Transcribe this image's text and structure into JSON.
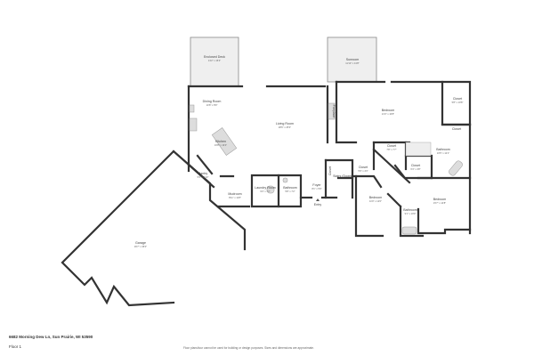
{
  "address": "6682 Morning Dew Ln, Sun Prairie, WI 53590",
  "floor_label": "Floor 1",
  "disclaimer": "Floor plans/tour cannot be used for building or design purposes. Sizes and dimensions are approximate.",
  "rooms": [
    {
      "name": "Enclosed Deck",
      "dim": "13'2\" x 15'4\""
    },
    {
      "name": "Sunroom",
      "dim": "11'10\" x 13'8\""
    },
    {
      "name": "Dining Room",
      "dim": "14'8\" x 8'9\""
    },
    {
      "name": "Living Room",
      "dim": "28'6\" x 25'3\""
    },
    {
      "name": "Kitchen",
      "dim": "16'8\" x 13'4\""
    },
    {
      "name": "Bedroom",
      "dim": "21'3\" x 16'8\""
    },
    {
      "name": "Closet",
      "dim": "5'8\" x 10'8\""
    },
    {
      "name": "Closet",
      "dim": ""
    },
    {
      "name": "Closet",
      "dim": "7'8\" x 7'7\""
    },
    {
      "name": "Bathroom",
      "dim": "16'5\" x 12'1\""
    },
    {
      "name": "Closet",
      "dim": "6'4\" x 4'8\""
    },
    {
      "name": "Closet",
      "dim": "5'9\" x 4'3\""
    },
    {
      "name": "Stairs (Down)",
      "dim": ""
    },
    {
      "name": "Pantry",
      "dim": "5'3\" x 6'10\""
    },
    {
      "name": "Mudroom",
      "dim": "8'11\" x 11'8\""
    },
    {
      "name": "Laundry Room",
      "dim": "9'3\" x 7'2\""
    },
    {
      "name": "Bathroom",
      "dim": "5'8\" x 7'2\""
    },
    {
      "name": "Foyer",
      "dim": "8'1\" x 5'9\""
    },
    {
      "name": "Bedroom",
      "dim": "11'9\" x 12'0\""
    },
    {
      "name": "Bathroom",
      "dim": "9'1\" x 10'9\""
    },
    {
      "name": "Bedroom",
      "dim": "15'7\" x 14'8\""
    },
    {
      "name": "Garage",
      "dim": "36'7\" x 35'0\""
    }
  ],
  "labels": {
    "fireplace": "Fireplace",
    "entry": "Entry",
    "closet_small": "Closet"
  }
}
